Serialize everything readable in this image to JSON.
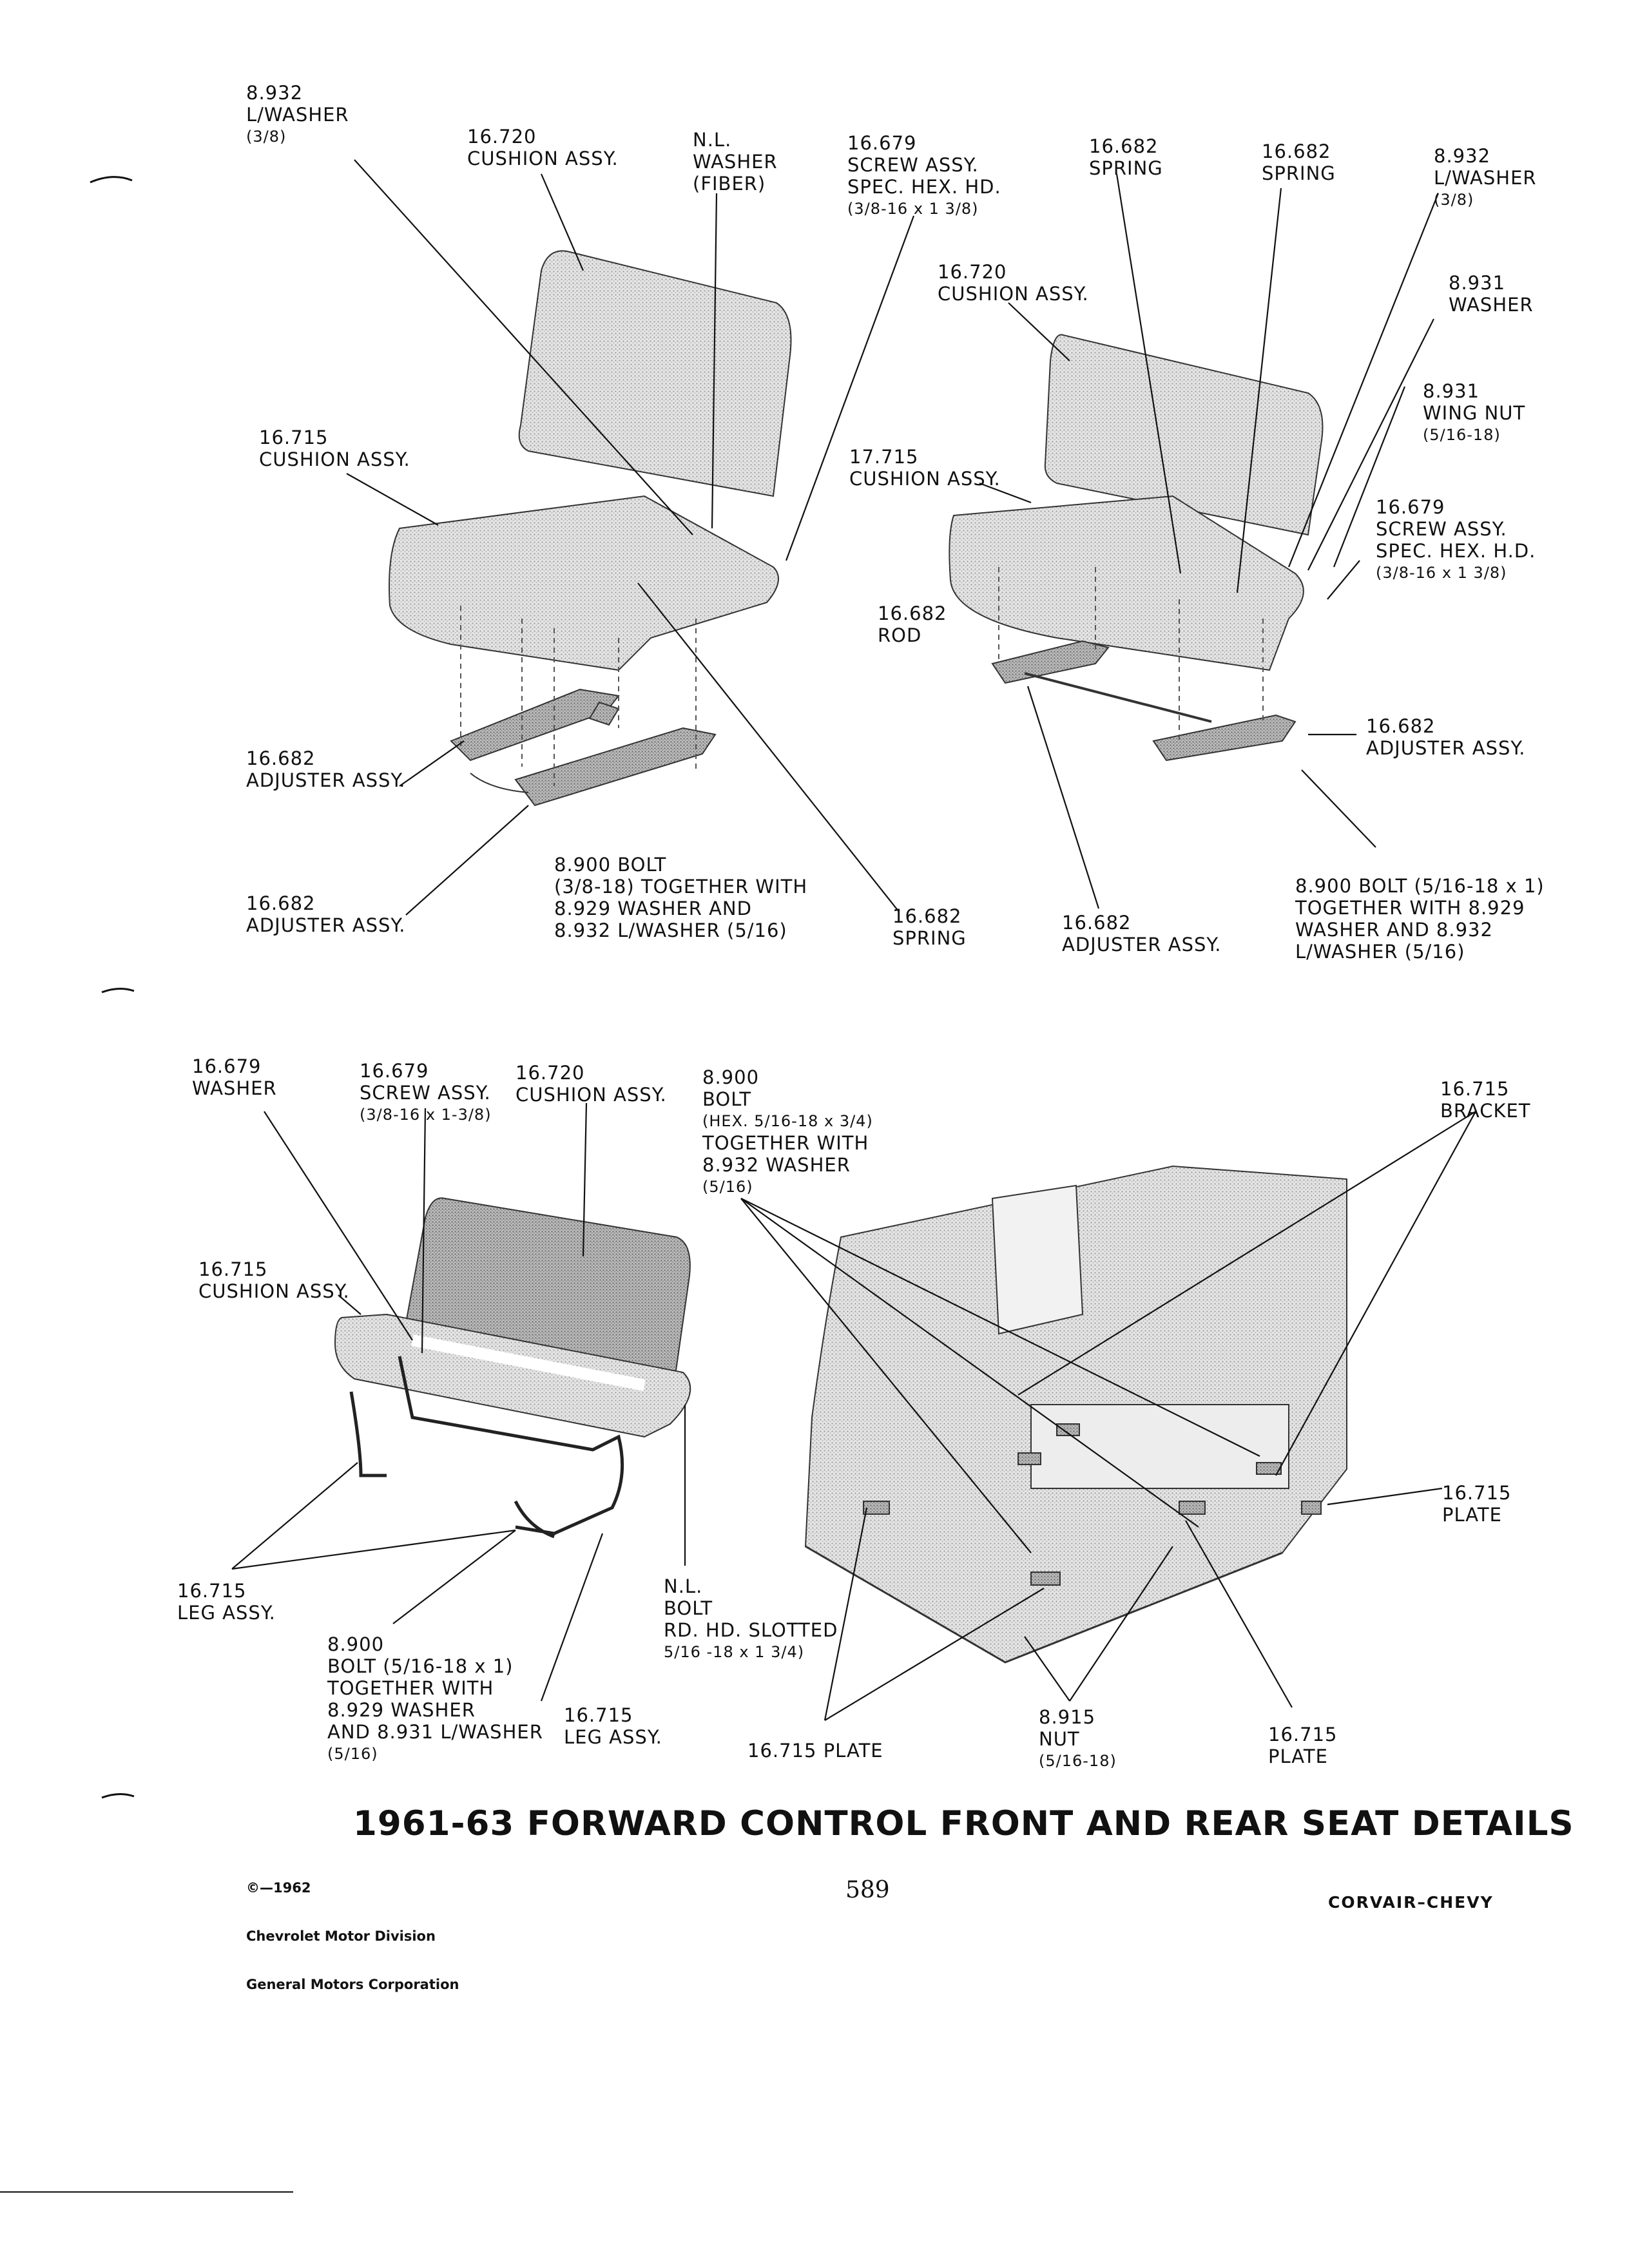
{
  "labels": [
    {
      "id": "a1",
      "lines": [
        "8.932",
        "L/WASHER",
        "(3/8)"
      ]
    },
    {
      "id": "a2",
      "lines": [
        "16.720",
        "CUSHION ASSY."
      ]
    },
    {
      "id": "a3",
      "lines": [
        "N.L.",
        "WASHER",
        "(FIBER)"
      ]
    },
    {
      "id": "a4",
      "lines": [
        "16.679",
        "SCREW ASSY.",
        "SPEC. HEX. HD.",
        "(3/8-16 x 1 3/8)"
      ]
    },
    {
      "id": "a5",
      "lines": [
        "16.715",
        "CUSHION ASSY."
      ]
    },
    {
      "id": "a6",
      "lines": [
        "16.682",
        "ADJUSTER ASSY."
      ]
    },
    {
      "id": "a7",
      "lines": [
        "16.682",
        "ADJUSTER ASSY."
      ]
    },
    {
      "id": "a8",
      "lines": [
        "8.900 BOLT",
        "(3/8-18) TOGETHER WITH",
        "8.929 WASHER AND",
        "8.932 L/WASHER (5/16)"
      ]
    },
    {
      "id": "a9",
      "lines": [
        "16.682",
        "SPRING"
      ]
    },
    {
      "id": "b1",
      "lines": [
        "16.682",
        "SPRING"
      ]
    },
    {
      "id": "b2",
      "lines": [
        "16.682",
        "SPRING"
      ]
    },
    {
      "id": "b3",
      "lines": [
        "8.932",
        "L/WASHER",
        "(3/8)"
      ]
    },
    {
      "id": "b4",
      "lines": [
        "16.720",
        "CUSHION ASSY."
      ]
    },
    {
      "id": "b5",
      "lines": [
        "8.931",
        "WASHER"
      ]
    },
    {
      "id": "b6",
      "lines": [
        "8.931",
        "WING NUT",
        "(5/16-18)"
      ]
    },
    {
      "id": "b7",
      "lines": [
        "17.715",
        "CUSHION ASSY."
      ]
    },
    {
      "id": "b8",
      "lines": [
        "16.679",
        "SCREW ASSY.",
        "SPEC. HEX. H.D.",
        "(3/8-16 x 1 3/8)"
      ]
    },
    {
      "id": "b9",
      "lines": [
        "16.682",
        "ROD"
      ]
    },
    {
      "id": "b10",
      "lines": [
        "16.682",
        "ADJUSTER ASSY."
      ]
    },
    {
      "id": "b11",
      "lines": [
        "16.682",
        "ADJUSTER ASSY."
      ]
    },
    {
      "id": "b12",
      "lines": [
        "8.900 BOLT (5/16-18 x 1)",
        "TOGETHER WITH 8.929",
        "WASHER AND 8.932",
        "L/WASHER (5/16)"
      ]
    },
    {
      "id": "c1",
      "lines": [
        "16.679",
        "WASHER"
      ]
    },
    {
      "id": "c2",
      "lines": [
        "16.679",
        "SCREW ASSY.",
        "(3/8-16 x 1-3/8)"
      ]
    },
    {
      "id": "c3",
      "lines": [
        "16.720",
        "CUSHION ASSY."
      ]
    },
    {
      "id": "c4",
      "lines": [
        "16.715",
        "CUSHION ASSY."
      ]
    },
    {
      "id": "c5",
      "lines": [
        "16.715",
        "LEG ASSY."
      ]
    },
    {
      "id": "c6",
      "lines": [
        "8.900",
        "BOLT (5/16-18 x 1)",
        "TOGETHER WITH",
        "8.929 WASHER",
        "AND 8.931 L/WASHER",
        "(5/16)"
      ]
    },
    {
      "id": "c7",
      "lines": [
        "16.715",
        "LEG ASSY."
      ]
    },
    {
      "id": "c8",
      "lines": [
        "N.L.",
        "BOLT",
        "RD. HD. SLOTTED",
        "5/16 -18 x 1 3/4)"
      ]
    },
    {
      "id": "d1",
      "lines": [
        "8.900",
        "BOLT",
        "(HEX. 5/16-18 x 3/4)",
        "TOGETHER WITH",
        "8.932 WASHER",
        "(5/16)"
      ]
    },
    {
      "id": "d2",
      "lines": [
        "16.715",
        "BRACKET"
      ]
    },
    {
      "id": "d3",
      "lines": [
        "16.715",
        "PLATE"
      ]
    },
    {
      "id": "d4",
      "lines": [
        "16.715 PLATE"
      ]
    },
    {
      "id": "d5",
      "lines": [
        "8.915",
        "NUT",
        "(5/16-18)"
      ]
    },
    {
      "id": "d6",
      "lines": [
        "16.715",
        "PLATE"
      ]
    }
  ],
  "title": "1961-63 FORWARD CONTROL FRONT AND REAR SEAT DETAILS",
  "copyright": [
    "©—1962",
    "Chevrolet Motor Division",
    "General Motors Corporation"
  ],
  "page_number": "589",
  "footer_right": "CORVAIR–CHEVY",
  "colors": {
    "ink": "#111111",
    "shade": "#d9d9d9",
    "shade_dark": "#a8a8a8",
    "paper": "#ffffff"
  }
}
